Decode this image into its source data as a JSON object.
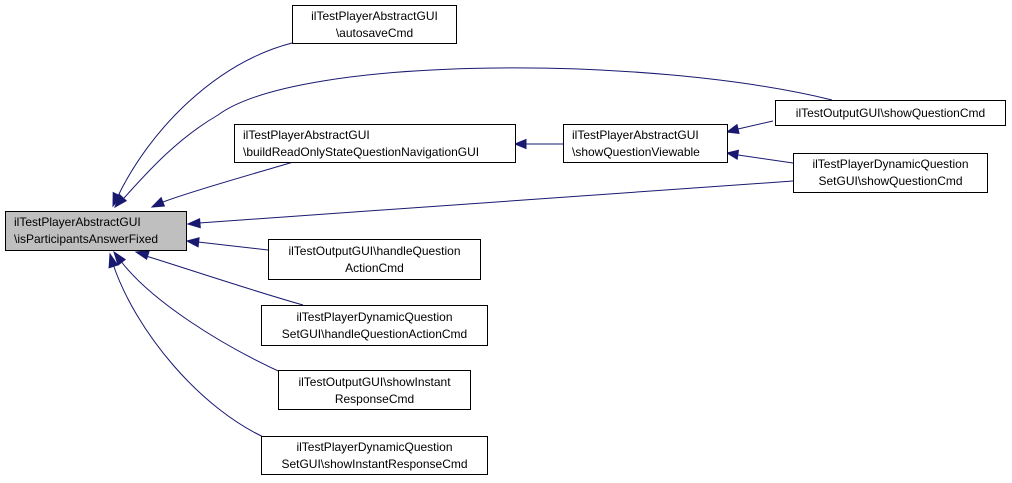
{
  "diagram": {
    "nodes": [
      {
        "id": "focus",
        "line1": "ilTestPlayerAbstractGUI",
        "line2": "\\isParticipantsAnswerFixed",
        "highlighted": true
      },
      {
        "id": "autosave",
        "line1": "ilTestPlayerAbstractGUI",
        "line2": "\\autosaveCmd"
      },
      {
        "id": "buildnav",
        "line1": "ilTestPlayerAbstractGUI",
        "line2": "\\buildReadOnlyStateQuestionNavigationGUI"
      },
      {
        "id": "viewable",
        "line1": "ilTestPlayerAbstractGUI",
        "line2": "\\showQuestionViewable"
      },
      {
        "id": "outshowq",
        "line1": "ilTestOutputGUI\\showQuestionCmd",
        "line2": ""
      },
      {
        "id": "dynshowq",
        "line1": "ilTestPlayerDynamicQuestion",
        "line2": "SetGUI\\showQuestionCmd"
      },
      {
        "id": "outhandle",
        "line1": "ilTestOutputGUI\\handleQuestion",
        "line2": "ActionCmd"
      },
      {
        "id": "dynhandle",
        "line1": "ilTestPlayerDynamicQuestion",
        "line2": "SetGUI\\handleQuestionActionCmd"
      },
      {
        "id": "outinstant",
        "line1": "ilTestOutputGUI\\showInstant",
        "line2": "ResponseCmd"
      },
      {
        "id": "dyninstant",
        "line1": "ilTestPlayerDynamicQuestion",
        "line2": "SetGUI\\showInstantResponseCmd"
      }
    ],
    "edges": [
      {
        "from": "autosave",
        "to": "focus"
      },
      {
        "from": "outshowq",
        "to": "focus"
      },
      {
        "from": "buildnav",
        "to": "focus"
      },
      {
        "from": "dynshowq",
        "to": "focus"
      },
      {
        "from": "outhandle",
        "to": "focus"
      },
      {
        "from": "dynhandle",
        "to": "focus"
      },
      {
        "from": "outinstant",
        "to": "focus"
      },
      {
        "from": "dyninstant",
        "to": "focus"
      },
      {
        "from": "viewable",
        "to": "buildnav"
      },
      {
        "from": "outshowq",
        "to": "viewable"
      },
      {
        "from": "dynshowq",
        "to": "viewable"
      }
    ],
    "colors": {
      "edge": "#191970",
      "highlight_fill": "#bfbfbf",
      "node_border": "#000000"
    }
  }
}
